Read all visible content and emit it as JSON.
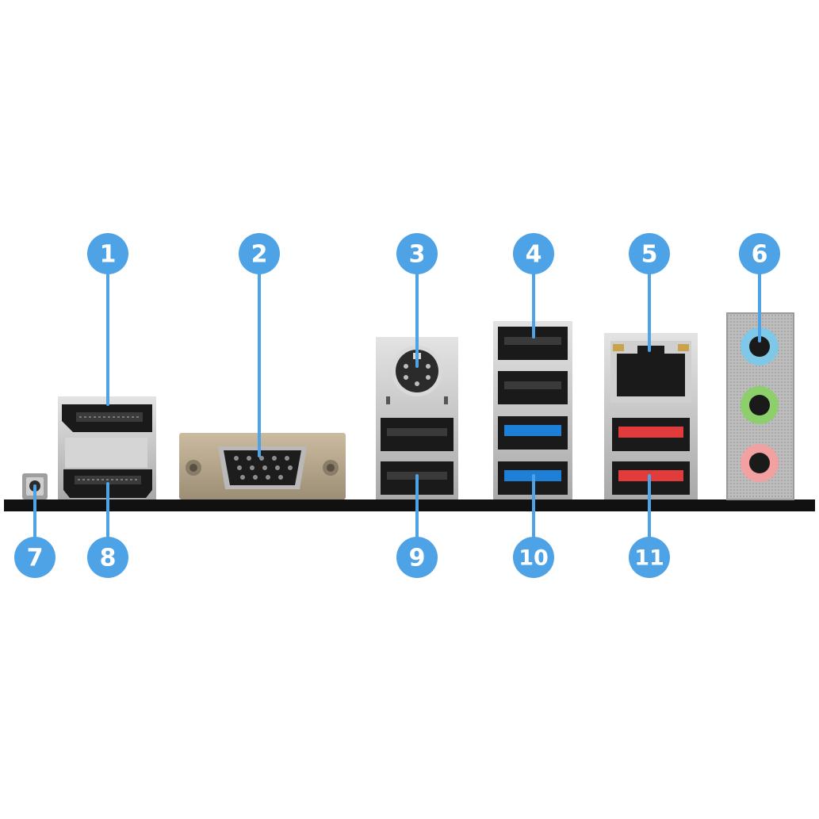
{
  "colors": {
    "badge": "#4ea3e6",
    "badge_text": "#ffffff",
    "baseline": "#111111",
    "metal": "#c8c8c8",
    "port_black": "#1a1a1a",
    "usb3_blue": "#1e7fd6",
    "usb_red": "#e23b3b",
    "audio_blue": "#7fc8e8",
    "audio_green": "#8ccf6b",
    "audio_pink": "#f2a0a0"
  },
  "ports": [
    {
      "number": "1",
      "name": "displayport-port",
      "icon": "displayport-icon"
    },
    {
      "number": "2",
      "name": "vga-port",
      "icon": "vga-icon"
    },
    {
      "number": "3",
      "name": "ps2-port",
      "icon": "ps2-icon"
    },
    {
      "number": "4",
      "name": "usb2-ports",
      "icon": "usb-icon"
    },
    {
      "number": "5",
      "name": "lan-port",
      "icon": "ethernet-icon"
    },
    {
      "number": "6",
      "name": "audio-jacks",
      "icon": "audio-jack-icon"
    },
    {
      "number": "7",
      "name": "clear-cmos-button",
      "icon": "button-icon"
    },
    {
      "number": "8",
      "name": "hdmi-port",
      "icon": "hdmi-icon"
    },
    {
      "number": "9",
      "name": "usb2-ports-lower",
      "icon": "usb-icon"
    },
    {
      "number": "10",
      "name": "usb3-ports",
      "icon": "usb-icon"
    },
    {
      "number": "11",
      "name": "usb-red-ports",
      "icon": "usb-icon"
    }
  ]
}
